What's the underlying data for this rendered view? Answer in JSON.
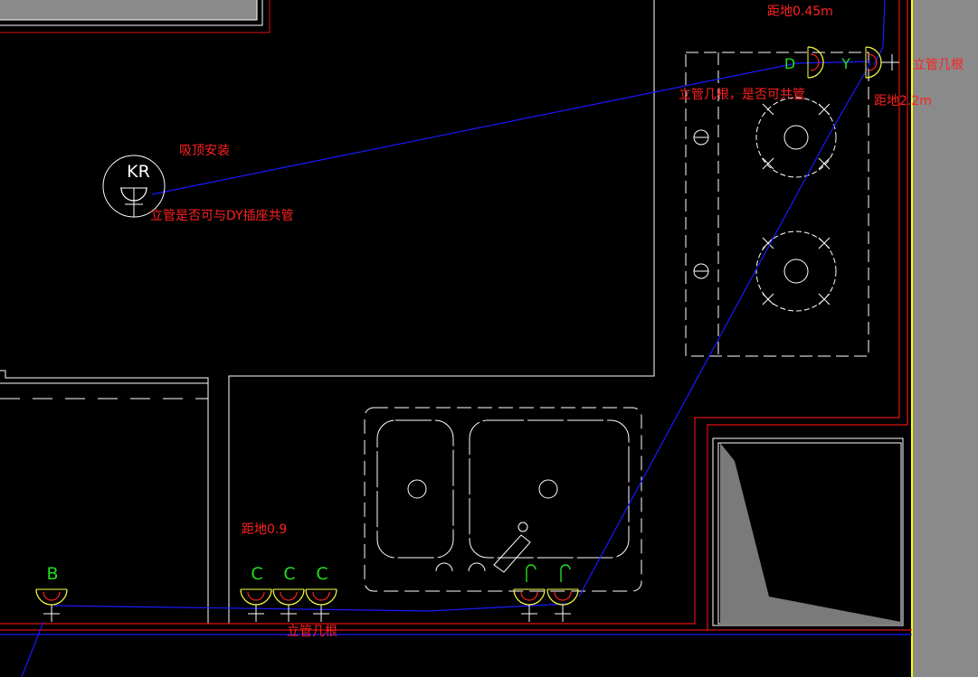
{
  "colors": {
    "background": "#000000",
    "wall": "#ffffff",
    "red_line": "#e01010",
    "annotation": "#ff2020",
    "wire": "#1a1aff",
    "socket": "#ffff40",
    "socket_letter": "#22dd22",
    "border_yellow": "#ffff00",
    "side_panel": "#8a8a8a",
    "hatch": "#7a7a7a"
  },
  "annotations": {
    "ceiling_mount": "吸顶安装",
    "riser_share_dy": "立管是否可与DY插座共管",
    "height_045": "距地0.45m",
    "riser_count_right": "立管几根",
    "riser_count_share": "立管几根，是否可共管",
    "height_22": "距地2.2m",
    "height_09": "距地0.9",
    "riser_count_bottom": "立管几根"
  },
  "sockets": {
    "kr_label": "KR",
    "b_label": "B",
    "c_label": "C",
    "d_label": "D",
    "y_label": "Y"
  }
}
